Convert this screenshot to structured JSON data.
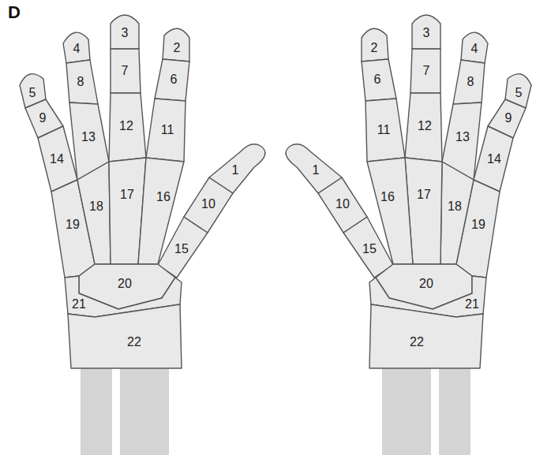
{
  "diagram": {
    "labels": [
      "D",
      "1",
      "2",
      "3",
      "4",
      "5",
      "6",
      "7",
      "8",
      "9",
      "10",
      "11",
      "12",
      "13",
      "14",
      "15",
      "16",
      "17",
      "18",
      "19",
      "20",
      "21",
      "22",
      "1",
      "2",
      "3",
      "4",
      "5",
      "6",
      "7",
      "8",
      "9",
      "10",
      "11",
      "12",
      "13",
      "14",
      "15",
      "16",
      "17",
      "18",
      "19",
      "20",
      "21",
      "22"
    ]
  }
}
